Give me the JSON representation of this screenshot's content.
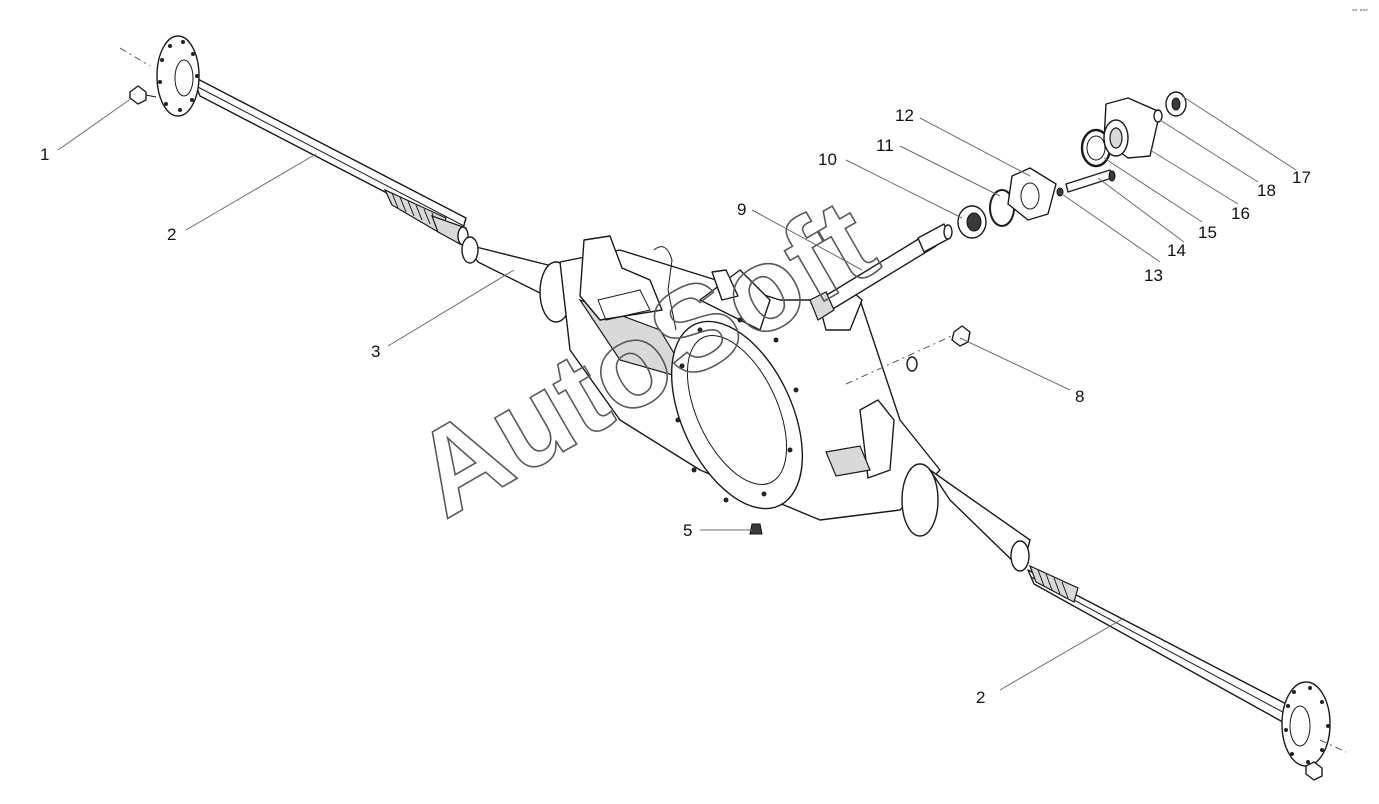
{
  "watermark": "AutoSoft",
  "corner_mark": "°° °°°",
  "callouts": [
    {
      "id": "1",
      "label": "1"
    },
    {
      "id": "2a",
      "label": "2"
    },
    {
      "id": "2b",
      "label": "2"
    },
    {
      "id": "3",
      "label": "3"
    },
    {
      "id": "5",
      "label": "5"
    },
    {
      "id": "8",
      "label": "8"
    },
    {
      "id": "9",
      "label": "9"
    },
    {
      "id": "10",
      "label": "10"
    },
    {
      "id": "11",
      "label": "11"
    },
    {
      "id": "12",
      "label": "12"
    },
    {
      "id": "13",
      "label": "13"
    },
    {
      "id": "14",
      "label": "14"
    },
    {
      "id": "15",
      "label": "15"
    },
    {
      "id": "16",
      "label": "16"
    },
    {
      "id": "17",
      "label": "17"
    },
    {
      "id": "18",
      "label": "18"
    }
  ]
}
